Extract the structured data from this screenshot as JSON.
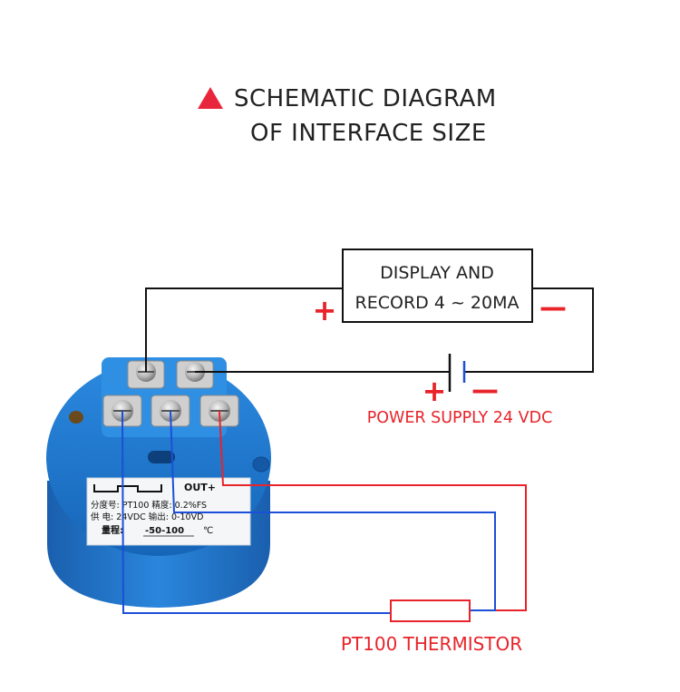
{
  "title": {
    "line1": "SCHEMATIC DIAGRAM",
    "line2": "OF INTERFACE SIZE"
  },
  "display_box": {
    "line1": "DISPLAY AND",
    "line2": "RECORD 4 ~ 20MA"
  },
  "signs": {
    "display_plus": "+",
    "display_minus": "—",
    "supply_plus": "+",
    "supply_minus": "—"
  },
  "power_supply_label": "POWER SUPPLY 24 VDC",
  "thermistor_label": "PT100 THERMISTOR",
  "device_label": {
    "out_plus": "OUT+",
    "row1": "分度号: PT100 精度: 0.2%FS",
    "row2": "供 电: 24VDC 输出: 0-10VD",
    "row3_prefix": "量程:",
    "row3_range": "-50-100",
    "row3_unit": "℃"
  },
  "colors": {
    "wire_black": "#111111",
    "wire_red": "#e8232a",
    "wire_blue": "#1c4fd8",
    "accent_triangle": "#e8273c",
    "device_blue": "#1f77d4"
  }
}
